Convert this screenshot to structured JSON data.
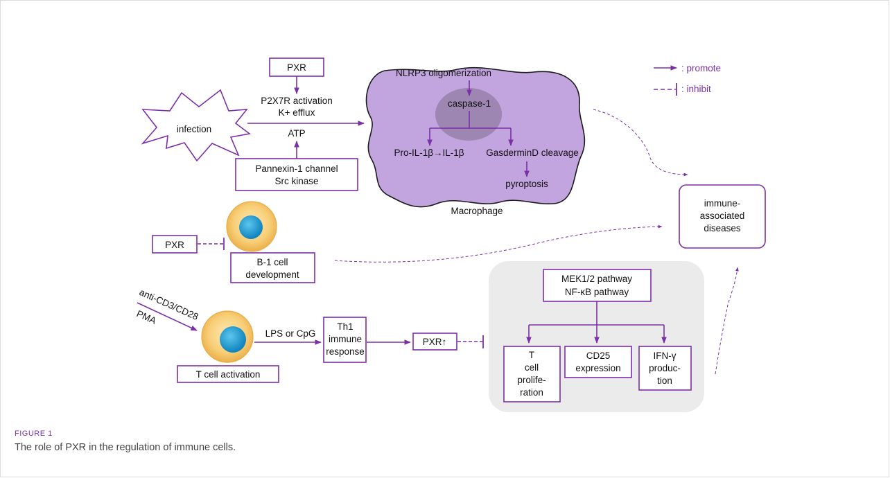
{
  "legend": {
    "promote": ": promote",
    "inhibit": ": inhibit"
  },
  "nodes": {
    "pxr_top": "PXR",
    "p2x7r_line1": "P2X7R activation",
    "p2x7r_line2": "K+ efflux",
    "infection": "infection",
    "atp": "ATP",
    "pannexin_line1": "Pannexin-1 channel",
    "pannexin_line2": "Src kinase",
    "nlrp3": "NLRP3 oligomerization",
    "caspase": "caspase-1",
    "pro_il": "Pro-IL-1β→IL-1β",
    "gasdermin": "GasderminD cleavage",
    "pyroptosis": "pyroptosis",
    "macrophage": "Macrophage",
    "immune_line1": "immune-",
    "immune_line2": "associated",
    "immune_line3": "diseases",
    "pxr_b1": "PXR",
    "b1_line1": "B-1 cell",
    "b1_line2": "development",
    "anti_cd3": "anti-CD3/CD28",
    "pma": "PMA",
    "tcell_activation": "T cell activation",
    "lps_cpg": "LPS or CpG",
    "th1_line1": "Th1",
    "th1_line2": "immune",
    "th1_line3": "response",
    "pxr_up": "PXR↑",
    "mek_line1": "MEK1/2 pathway",
    "mek_line2": "NF-κB pathway",
    "tprol_line1": "T",
    "tprol_line2": "cell",
    "tprol_line3": "prolife-",
    "tprol_line4": "ration",
    "cd25_line1": "CD25",
    "cd25_line2": "expression",
    "ifn_line1": "IFN-γ",
    "ifn_line2": "produc-",
    "ifn_line3": "tion"
  },
  "caption": {
    "label": "FIGURE 1",
    "text": "The role of PXR in the regulation of immune cells."
  },
  "colors": {
    "accent": "#7b2fa8",
    "macrophage_fill": "#c2a4df",
    "caspase_fill": "#9a83ad",
    "panel_fill": "#ebebeb",
    "cell_outer": "#f1bd52",
    "cell_nucleus": "#1f9fd6"
  }
}
